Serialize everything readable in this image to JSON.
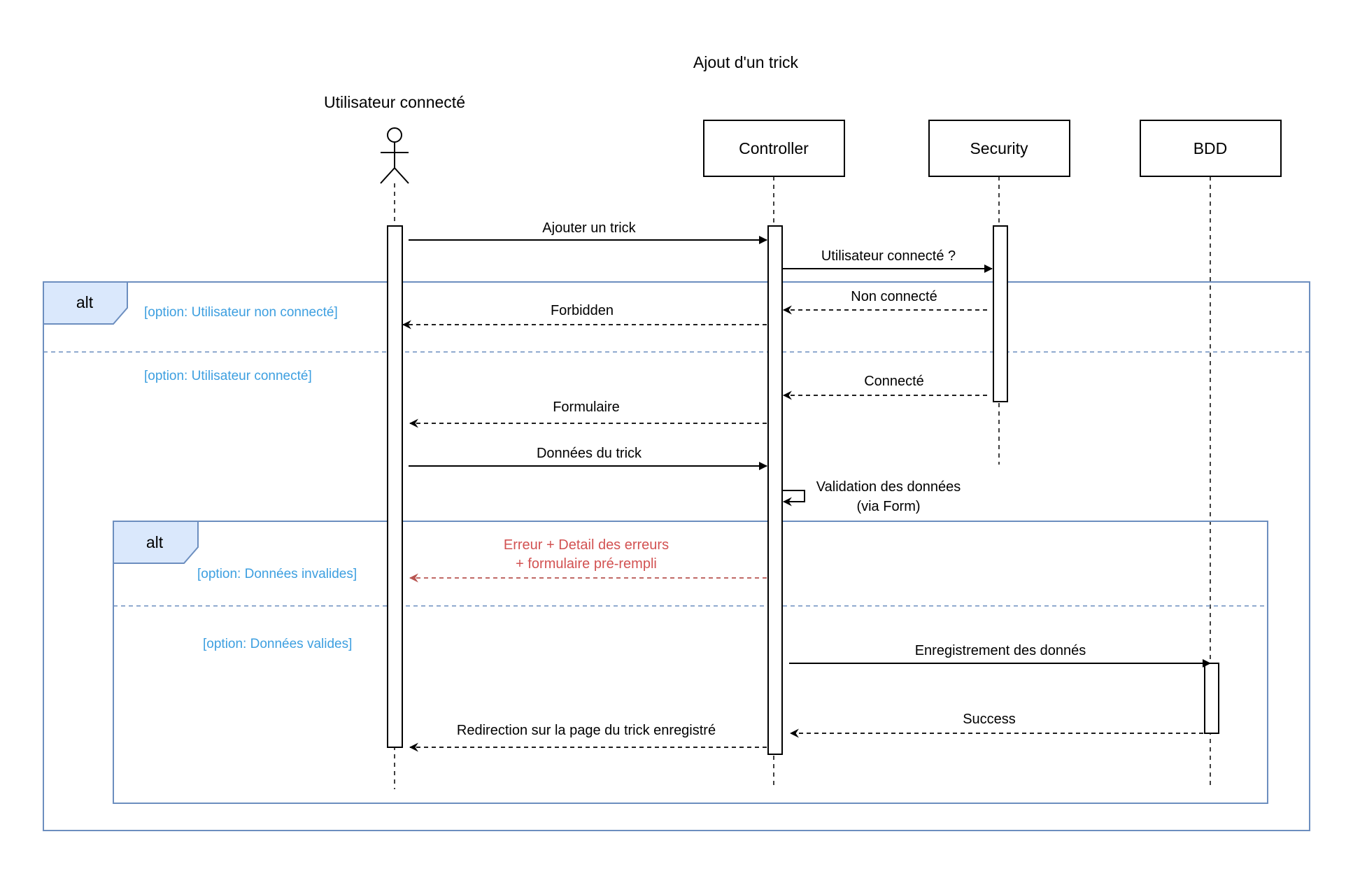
{
  "title": "Ajout d'un trick",
  "actor": {
    "label": "Utilisateur connecté",
    "icon": "stick-figure-actor-icon"
  },
  "participants": [
    {
      "id": "controller",
      "label": "Controller"
    },
    {
      "id": "security",
      "label": "Security"
    },
    {
      "id": "bdd",
      "label": "BDD"
    }
  ],
  "fragments": {
    "outer": {
      "operator": "alt",
      "guard_1": "[option: Utilisateur non connecté]",
      "guard_2": "[option: Utilisateur connecté]"
    },
    "inner": {
      "operator": "alt",
      "guard_1": "[option: Données invalides]",
      "guard_2": "[option: Données valides]"
    }
  },
  "messages": {
    "m1": "Ajouter un trick",
    "m2": "Utilisateur connecté ?",
    "m3": "Non connecté",
    "m4": "Forbidden",
    "m5": "Connecté",
    "m6": "Formulaire",
    "m7": "Données du trick",
    "m8_line1": "Validation des données",
    "m8_line2": "(via Form)",
    "m9_line1": "Erreur + Detail des erreurs",
    "m9_line2": "+ formulaire pré-rempli",
    "m10": "Enregistrement des donnés",
    "m11": "Success",
    "m12": "Redirection sur la page du trick enregistré"
  },
  "colors": {
    "line": "#000000",
    "fragment_border": "#6c8ebf",
    "fragment_fill": "#dae8fc",
    "guard_text": "#3d9fe0",
    "error_text": "#d25252",
    "error_arrow": "#b85450"
  }
}
